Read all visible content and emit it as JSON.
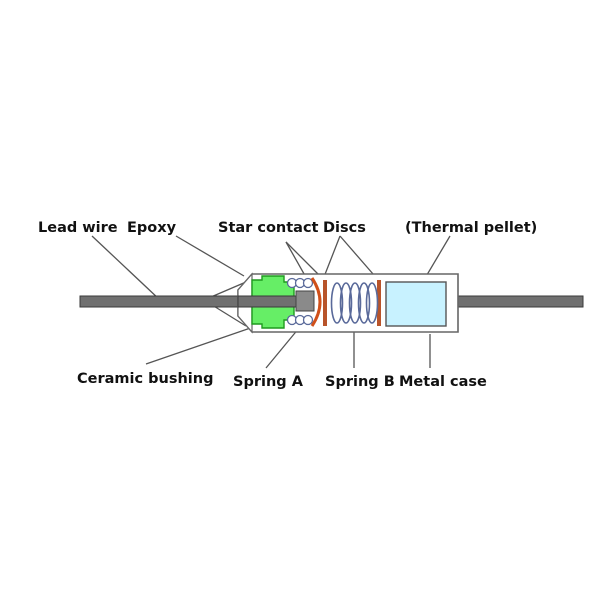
{
  "title": "Thermal fuse cross-section",
  "labels": {
    "lead_wire": "Lead wire",
    "epoxy": "Epoxy",
    "star_contact": "Star contact",
    "discs": "Discs",
    "thermal_pellet": "(Thermal pellet)",
    "ceramic_bushing": "Ceramic bushing",
    "spring_a": "Spring A",
    "spring_b": "Spring B",
    "metal_case": "Metal case"
  },
  "colors": {
    "background": "#ffffff",
    "wire": "#707070",
    "wire_outline": "#3a3a3a",
    "case_outline": "#666666",
    "case_fill": "#ffffff",
    "bushing_fill": "#66ee66",
    "bushing_outline": "#1f9a1f",
    "contact_arc": "#d0501a",
    "disc": "#b8542a",
    "spring_coil": "#5a6a9a",
    "pellet_fill": "#c8f2ff",
    "pellet_outline": "#555555",
    "leader": "#555555",
    "text": "#111111"
  }
}
